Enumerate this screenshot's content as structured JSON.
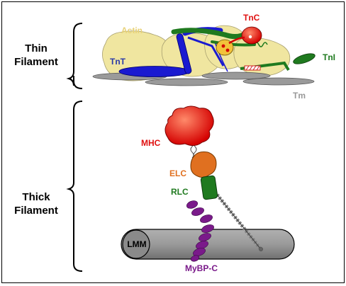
{
  "sections": {
    "thin": {
      "line1": "Thin",
      "line2": "Filament"
    },
    "thick": {
      "line1": "Thick",
      "line2": "Filament"
    }
  },
  "labels": {
    "actin": "Actin",
    "tnt": "TnT",
    "tnc": "TnC",
    "tni": "TnI",
    "tm": "Tm",
    "mhc": "MHC",
    "elc": "ELC",
    "rlc": "RLC",
    "lmm": "LMM",
    "mybpc": "MyBP-C"
  },
  "colors": {
    "actin": "#f0e6a0",
    "actin_label": "#e8d27a",
    "tnt": "#1a1ad0",
    "tnt_label": "#2a3aa8",
    "tnc": "#e01010",
    "tni": "#1f7a1f",
    "tm": "#999999",
    "mhc": "#e01010",
    "elc": "#e07020",
    "rlc": "#1f7a1f",
    "lmm": "#8a8a8a",
    "mybpc": "#7a1a8a",
    "chain": "#808080"
  }
}
